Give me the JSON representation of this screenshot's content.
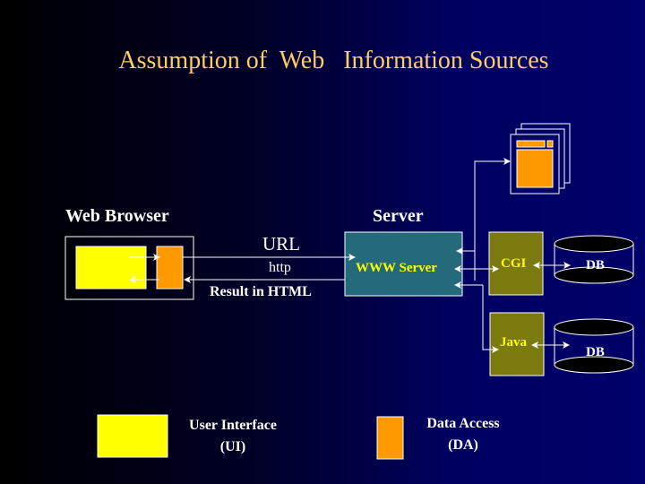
{
  "title": "Assumption of  Web   Information Sources",
  "browser": {
    "label": "Web Browser"
  },
  "server": {
    "label": "Server",
    "box_label": "WWW Server"
  },
  "connections": {
    "request_label": "URL",
    "protocol_label": "http",
    "response_label": "Result in HTML"
  },
  "backends": {
    "cgi_label": "CGI",
    "java_label": "Java",
    "db1_label": "DB",
    "db2_label": "DB"
  },
  "legend": {
    "ui_label_line1": "User Interface",
    "ui_label_line2": "(UI)",
    "da_label_line1": "Data Access",
    "da_label_line2": "(DA)"
  },
  "colors": {
    "ui": "#ffff00",
    "da": "#ff9900",
    "server": "#246a7a",
    "backend": "#7a7a10",
    "title": "#ffcc66"
  }
}
